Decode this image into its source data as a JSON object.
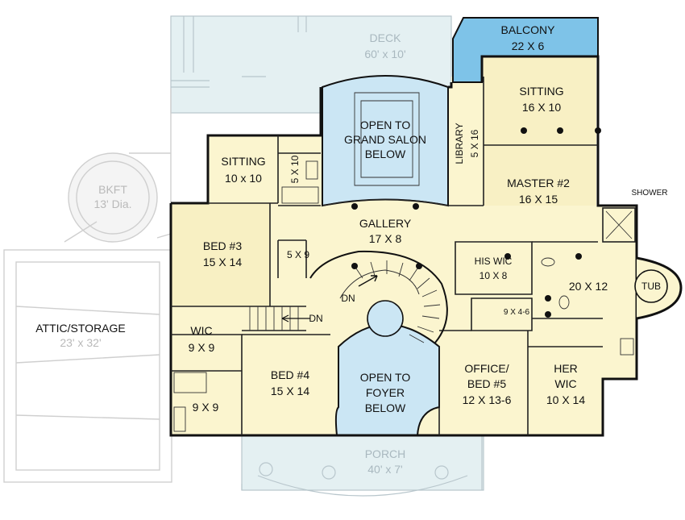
{
  "colors": {
    "floor": "#fbf5cf",
    "floor_dark": "#f6ecba",
    "open_below": "#cbe6f4",
    "balcony": "#7ec3e8",
    "deck_ghost": "#e4f0f2",
    "wall": "#111111"
  },
  "rooms": {
    "deck": {
      "name": "DECK",
      "dims": "60' x 10'"
    },
    "balcony": {
      "name": "BALCONY",
      "dims": "22 X 6"
    },
    "grand_salon": {
      "line1": "OPEN TO",
      "line2": "GRAND SALON",
      "line3": "BELOW"
    },
    "library": {
      "name": "LIBRARY",
      "dims": "5 X 16"
    },
    "master_sitting": {
      "name": "SITTING",
      "dims": "16 X 10"
    },
    "master2": {
      "name": "MASTER #2",
      "dims": "16 X 15"
    },
    "shower": {
      "name": "SHOWER"
    },
    "bkft": {
      "name": "BKFT",
      "dims": "13' Dia."
    },
    "sitting": {
      "name": "SITTING",
      "dims": "10 x 10"
    },
    "closet_5x10": {
      "dims": "5 X 10"
    },
    "gallery": {
      "name": "GALLERY",
      "dims": "17 X 8"
    },
    "bed3": {
      "name": "BED #3",
      "dims": "15 X 14"
    },
    "closet_5x9": {
      "dims": "5 X 9"
    },
    "his_wic": {
      "name": "HIS WIC",
      "dims": "10 X 8"
    },
    "master_bath": {
      "dims": "20 X 12"
    },
    "tub": {
      "name": "TUB"
    },
    "wc": {
      "dims": "9 X 4-6"
    },
    "attic": {
      "name": "ATTIC/STORAGE",
      "dims": "23' x 32'"
    },
    "wic": {
      "name": "WIC",
      "dims": "9 X 9"
    },
    "bed4": {
      "name": "BED #4",
      "dims": "15 X 14"
    },
    "foyer": {
      "line1": "OPEN TO",
      "line2": "FOYER",
      "line3": "BELOW"
    },
    "office": {
      "line1": "OFFICE/",
      "line2": "BED #5",
      "dims": "12 X 13-6"
    },
    "her_wic": {
      "name": "HER",
      "name2": "WIC",
      "dims": "10 X 14"
    },
    "bath_9x9": {
      "dims": "9 X 9"
    },
    "porch": {
      "name": "PORCH",
      "dims": "40' x 7'"
    }
  },
  "stairs": {
    "main_dn": "DN",
    "side_dn": "DN"
  }
}
